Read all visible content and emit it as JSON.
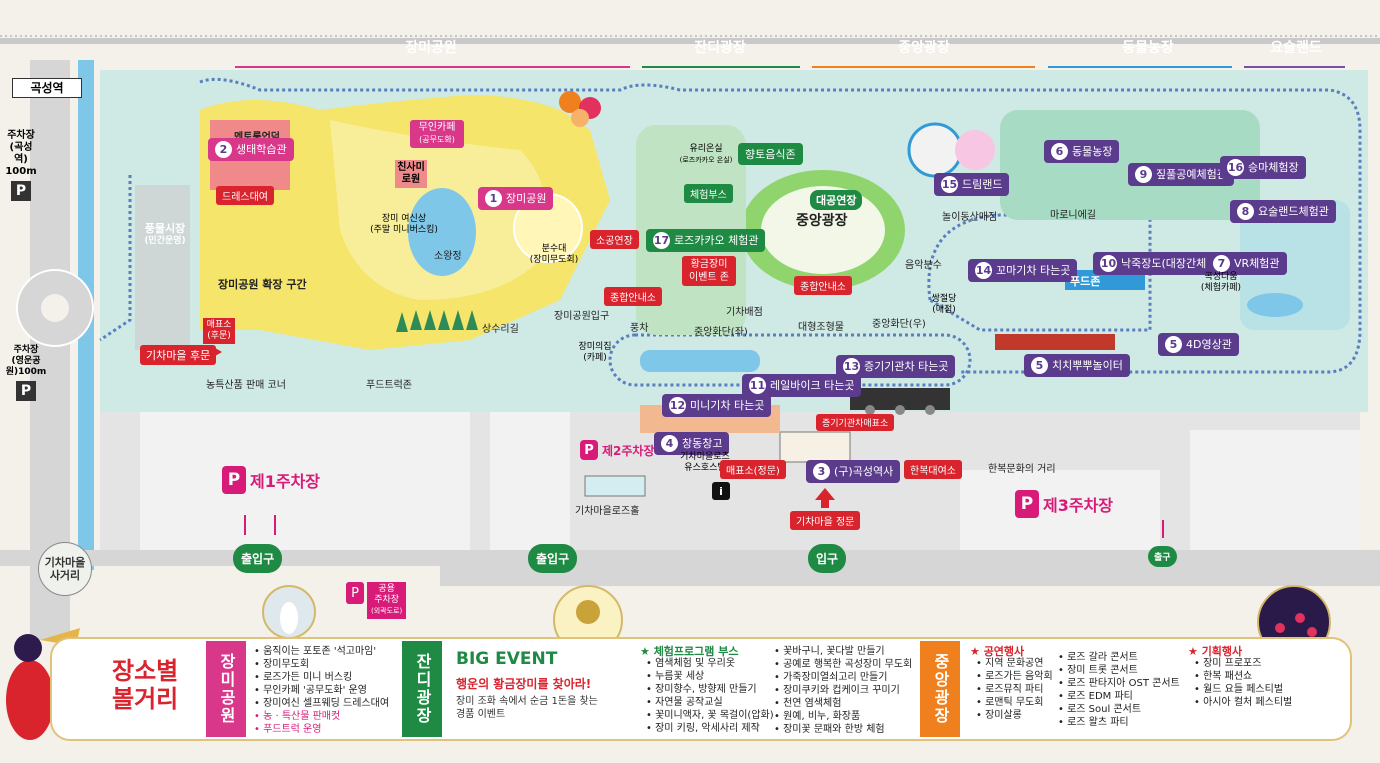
{
  "zones": [
    {
      "label": "장미공원",
      "color": "#d9378a"
    },
    {
      "label": "잔디광장",
      "color": "#1f8a43"
    },
    {
      "label": "중앙광장",
      "color": "#f07f1d"
    },
    {
      "label": "동물농장",
      "color": "#2f9ad7"
    },
    {
      "label": "요술랜드",
      "color": "#7a4ea0"
    }
  ],
  "station_label": "곡성역",
  "left_parking": {
    "title": "주차장",
    "sub": "(곡성역)",
    "dist": "100m"
  },
  "left_parking2": {
    "title": "주차장",
    "sub": "(영운공원)100m"
  },
  "landmarks": {
    "pungmul": "풍물시장",
    "pungmul_sub": "(민간운영)",
    "expand": "장미공원 확장 구간",
    "rose_park": "장미공원",
    "eco": "생태학습관",
    "dress": "드레스대여",
    "mentor": "멘토룸언덕",
    "cafe": "무인카페",
    "cafe_sub": "(공무도화)",
    "maze": "친사미로원",
    "yeoshin": "장미 여신상",
    "yeoshin_sub": "(주말 미니버스킹)",
    "sowangjeong": "소왕정",
    "bunsu": "분수대",
    "bunsu_sub": "(장미무도회)",
    "sangsu": "상수리길",
    "rose_entrance": "장미공원입구",
    "rose_house": "장미의집",
    "rose_house_sub": "(카페)",
    "farm_store": "농특산품 판매 코너",
    "food_truck": "푸드트럭존",
    "train_back": "기차마을 후문",
    "ticket_back": "매표소",
    "ticket_back_sub": "(후문)",
    "sogong": "소공연장",
    "greenhouse": "유리온실",
    "greenhouse_sub": "(로즈카카오 온실)",
    "hyangto": "향토음식존",
    "experience": "체험부스",
    "rosecacao": "로즈카카오 체험관",
    "golden": "황금장미",
    "golden2": "이벤트 존",
    "info1": "종합안내소",
    "info2": "종합안내소",
    "big_stage": "대공연장",
    "central": "중앙광장",
    "kicha_tower": "기차배점",
    "pungcha": "풍차",
    "central_hwa": "중앙화단(좌)",
    "central_hwa_r": "중앙화단(우)",
    "daehyeong": "대형조형물",
    "fountain": "음악분수",
    "ssangjeol": "쌍절당",
    "ssangjeol_sub": "(매점)",
    "dreamland": "드림랜드",
    "playground": "놀이동산매점",
    "marionette": "마로니에길",
    "animal": "동물농장",
    "craft": "짚풀공예체험관",
    "riding": "승마체험장",
    "yosul": "요술랜드체험관",
    "vr": "VR체험관",
    "gokseong_exp": "곡성다움",
    "gokseong_exp2": "(체험카페)",
    "nakjuk": "낙죽장도(대장간체험)",
    "kkomagicha": "꼬마기차 타는곳",
    "foodzone": "푸드존",
    "chichi": "치치뿌뿌놀이터",
    "d4": "4D영상관",
    "steam": "증기기관차 타는곳",
    "rail": "레일바이크 타는곳",
    "mini": "미니기차 타는곳",
    "steam_ticket": "증기기관차매표소",
    "changdong": "창동창고",
    "youth": "기차마을로즈",
    "youth2": "유스호스텔",
    "ticket_main": "매표소(정문)",
    "old_station": "(구)곡성역사",
    "hanbok": "한복대여소",
    "hanbok_street": "한복문화의 거리",
    "train_gate": "기차마을 정문",
    "rosehall": "기차마을로즈홀",
    "gate_out": "출구"
  },
  "numbers": {
    "n1": "1",
    "n2": "2",
    "n3": "3",
    "n4": "4",
    "n5": "5",
    "n6": "6",
    "n7": "7",
    "n8": "8",
    "n9": "9",
    "n10": "10",
    "n11": "11",
    "n12": "12",
    "n13": "13",
    "n14": "14",
    "n15": "15",
    "n16": "16",
    "n17": "17"
  },
  "parking": {
    "p1": "제1주차장",
    "p2": "제2주차장",
    "p3": "제3주차장",
    "pub": "공용",
    "pub2": "주차장",
    "pub3": "(외곽도로)"
  },
  "gates": {
    "g1": "출입구",
    "g2": "출입구",
    "g3": "입구",
    "village": "기차마을",
    "village2": "사거리"
  },
  "panel": {
    "title1": "장소별",
    "title2": "볼거리",
    "rose": {
      "head": "장미공원",
      "items": [
        "움직이는 포토존 '석고마임'",
        "장미무도회",
        "로즈가든 미니 버스킹",
        "무인카페 '공무도화' 운영",
        "장미여신 셀프웨딩 드레스대여"
      ],
      "pink_items": [
        "농 · 특산물 판매컷",
        "푸드트럭 운영"
      ]
    },
    "lawn": {
      "head": "잔디광장",
      "big": "BIG EVENT",
      "big_sub": "행운의 황금장미를 찾아라!",
      "desc1": "장미 조화 속에서 순금 1돈을 찾는",
      "desc2": "경품 이벤트"
    },
    "exp": {
      "title": "★ 체험프로그램 부스",
      "col1": [
        "염색체험 및 우리옷",
        "누름꽃 세상",
        "장미향수, 방향제 만들기",
        "자연물 공작교실",
        "꽃미니액자, 꽃 목걸이(압화)",
        "장미 키링, 악세사리 제작"
      ],
      "col2": [
        "꽃바구니, 꽃다발 만들기",
        "공예로 행복한 곡성장미 무도회",
        "가죽장미열쇠고리 만들기",
        "장미쿠키와 컵케이크 꾸미기",
        "천연 염색체험",
        "원예, 비누, 화장품",
        "장미꽃 문패와 한방 체험"
      ]
    },
    "central": {
      "head": "중앙광장",
      "perf_title": "★ 공연행사",
      "perf1": [
        "지역 문화공연",
        "로즈가든 음악회",
        "로즈뮤직 파티",
        "로맨틱 무도회",
        "장미살롱"
      ],
      "perf2": [
        "로즈 갈라 콘서트",
        "장미 트롯 콘서트",
        "로즈 판타지아 OST 콘서트",
        "로즈 EDM 파티",
        "로즈 Soul 콘서트",
        "로즈 왈츠 파티"
      ],
      "plan_title": "★ 기획행사",
      "plan": [
        "장미 프로포즈",
        "한복 패션쇼",
        "월드 요들 페스티벌",
        "아시아 컬처 페스티벌"
      ]
    }
  },
  "colors": {
    "rose": "#d9378a",
    "lawn": "#1f8a43",
    "central": "#f07f1d",
    "farm": "#2f9ad7",
    "magic": "#7a4ea0",
    "parkbg": "#cfe9e4",
    "track": "#5a7fc0"
  }
}
